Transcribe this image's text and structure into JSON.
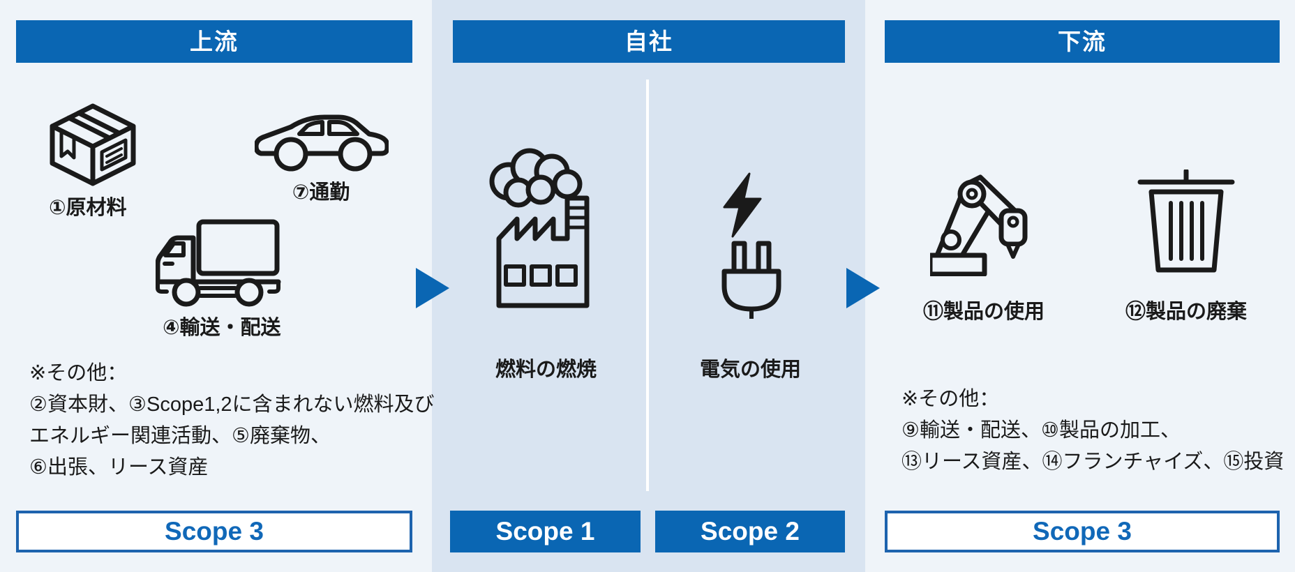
{
  "colors": {
    "accent_blue": "#0a66b3",
    "panel_light_bg": "#eff4f9",
    "panel_center_bg": "#d9e4f1",
    "scope_outline_text": "#1068b8",
    "scope_outline_border": "#1d63ae",
    "icon_stroke": "#1a1a1a",
    "text": "#1a1a1a"
  },
  "columns": {
    "upstream": {
      "header": "上流",
      "items": [
        {
          "icon": "box-icon",
          "label": "①原材料"
        },
        {
          "icon": "car-icon",
          "label": "⑦通勤"
        },
        {
          "icon": "truck-icon",
          "label": "④輸送・配送"
        }
      ],
      "note": {
        "title": "※その他：",
        "lines": [
          "②資本財、③Scope1,2に含まれない燃料及び",
          "エネルギー関連活動、⑤廃棄物、",
          "⑥出張、リース資産"
        ]
      },
      "scope_label": "Scope 3"
    },
    "company": {
      "header": "自社",
      "sections": [
        {
          "icon": "factory-icon",
          "label": "燃料の燃焼",
          "scope_label": "Scope 1"
        },
        {
          "icon": "plug-icon",
          "label": "電気の使用",
          "scope_label": "Scope 2"
        }
      ]
    },
    "downstream": {
      "header": "下流",
      "items": [
        {
          "icon": "robot-arm-icon",
          "label": "⑪製品の使用"
        },
        {
          "icon": "trash-icon",
          "label": "⑫製品の廃棄"
        }
      ],
      "note": {
        "title": "※その他：",
        "lines": [
          "⑨輸送・配送、⑩製品の加工、",
          "⑬リース資産、⑭フランチャイズ、⑮投資"
        ]
      },
      "scope_label": "Scope 3"
    }
  }
}
